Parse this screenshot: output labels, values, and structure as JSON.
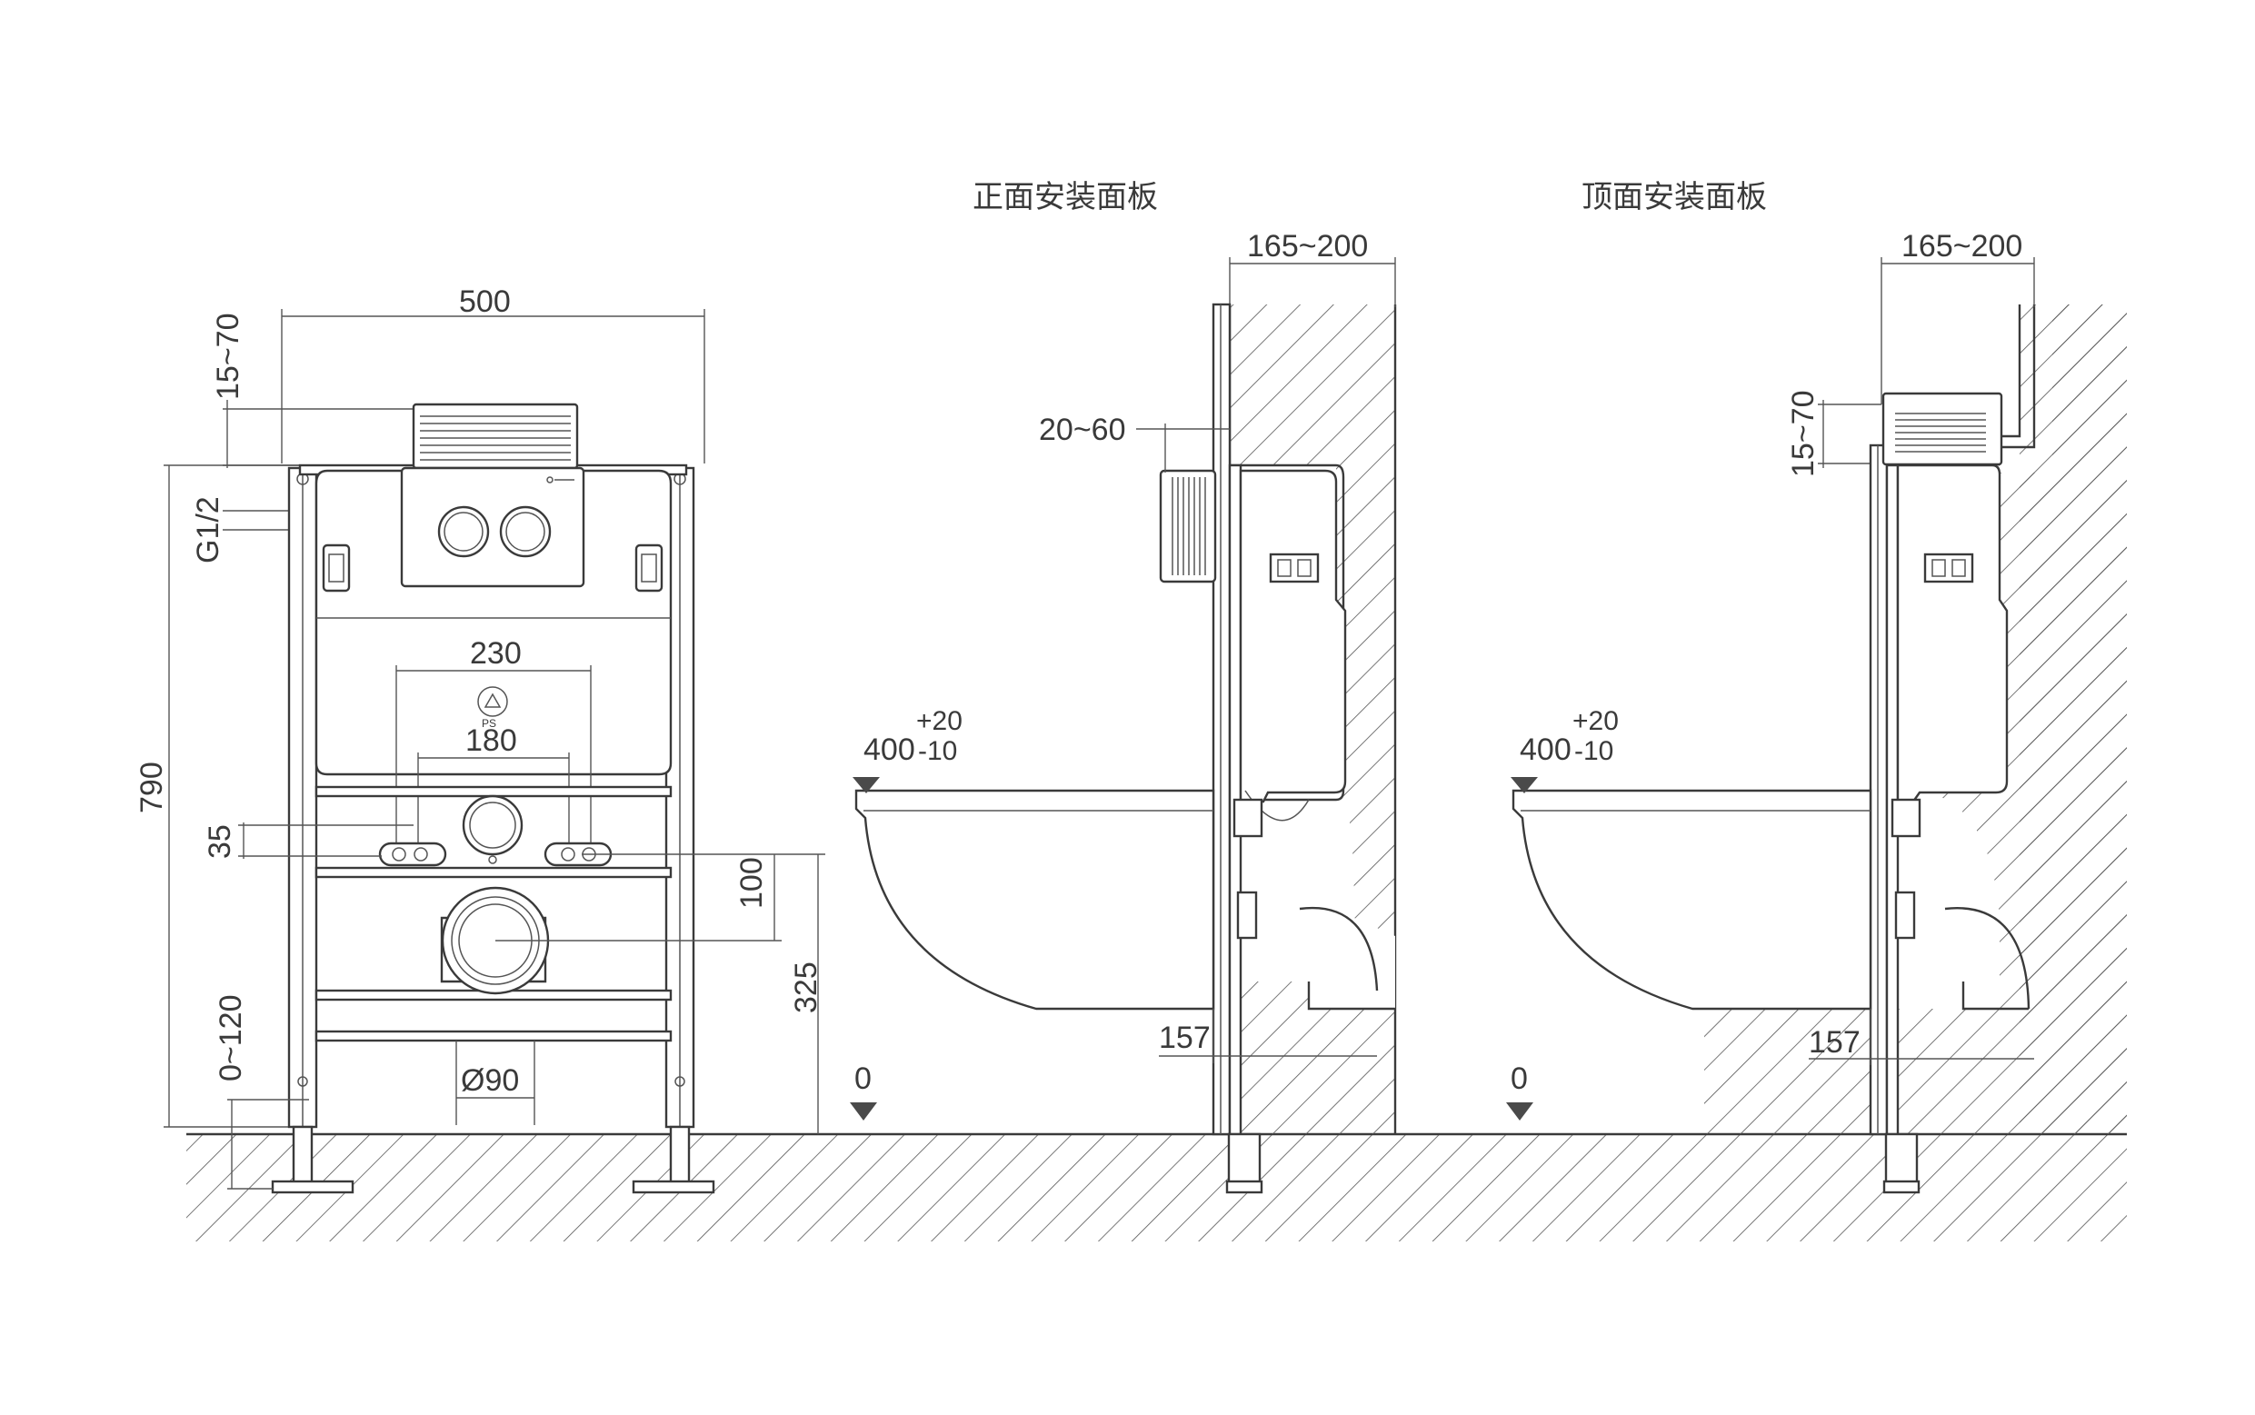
{
  "titles": {
    "front_panel": "正面安装面板",
    "top_panel": "顶面安装面板"
  },
  "front_view": {
    "width": "500",
    "offset_top": "15~70",
    "pipe": "G1/2",
    "height": "790",
    "bolt_outer": "230",
    "bolt_inner": "180",
    "slot": "35",
    "outlet_offset": "100",
    "outlet_height": "325",
    "leg_adjust": "0~120",
    "drain_dia": "Ø90",
    "ps_mark": "PS"
  },
  "side_front": {
    "depth": "165~200",
    "panel_offset": "20~60",
    "seat_height": "400",
    "tol_plus": "+20",
    "tol_minus": "-10",
    "floor": "0",
    "outlet_depth": "157"
  },
  "side_top": {
    "depth": "165~200",
    "panel_offset": "15~70",
    "seat_height": "400",
    "tol_plus": "+20",
    "tol_minus": "-10",
    "floor": "0",
    "outlet_depth": "157"
  }
}
